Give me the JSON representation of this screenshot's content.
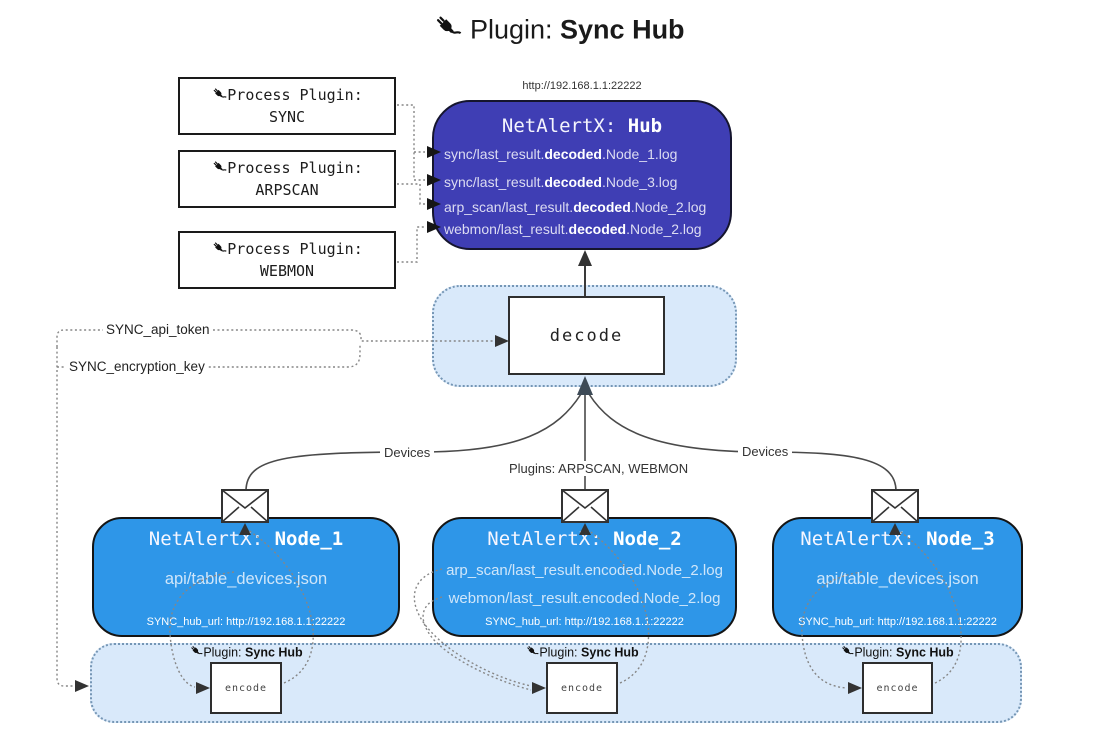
{
  "title": {
    "prefix": "Plugin:",
    "name": "Sync Hub"
  },
  "colors": {
    "hub_bg": "#3F3EB4",
    "node_bg": "#2E96E8",
    "band_bg": "#D9E9FA",
    "arrow_dark": "#3D4A56"
  },
  "hub": {
    "url_label": "http://192.168.1.1:22222",
    "title_prefix": "NetAlertX:",
    "title_name": "Hub",
    "files": [
      {
        "pre": "sync/last_result.",
        "bold": "decoded",
        "post": ".Node_1.log"
      },
      {
        "pre": "sync/last_result.",
        "bold": "decoded",
        "post": ".Node_3.log"
      },
      {
        "pre": "arp_scan/last_result.",
        "bold": "decoded",
        "post": ".Node_2.log"
      },
      {
        "pre": "webmon/last_result.",
        "bold": "decoded",
        "post": ".Node_2.log"
      }
    ]
  },
  "process_plugins": [
    {
      "label": "Process Plugin:",
      "name": "SYNC"
    },
    {
      "label": "Process Plugin:",
      "name": "ARPSCAN"
    },
    {
      "label": "Process Plugin:",
      "name": "WEBMON"
    }
  ],
  "decode_label": "decode",
  "settings": {
    "api_token": "SYNC_api_token",
    "encryption_key": "SYNC_encryption_key"
  },
  "edge_labels": {
    "devices_left": "Devices",
    "plugins_center": "Plugins: ARPSCAN, WEBMON",
    "devices_right": "Devices"
  },
  "nodes": [
    {
      "title_prefix": "NetAlertX:",
      "title_name": "Node_1",
      "files": [
        "api/table_devices.json"
      ],
      "hub_url": "SYNC_hub_url: http://192.168.1.1:22222",
      "encode_plugin_prefix": "Plugin:",
      "encode_plugin_name": "Sync Hub",
      "encode_label": "encode"
    },
    {
      "title_prefix": "NetAlertX:",
      "title_name": "Node_2",
      "files": [
        "arp_scan/last_result.encoded.Node_2.log",
        "webmon/last_result.encoded.Node_2.log"
      ],
      "hub_url": "SYNC_hub_url: http://192.168.1.1:22222",
      "encode_plugin_prefix": "Plugin:",
      "encode_plugin_name": "Sync Hub",
      "encode_label": "encode"
    },
    {
      "title_prefix": "NetAlertX:",
      "title_name": "Node_3",
      "files": [
        "api/table_devices.json"
      ],
      "hub_url": "SYNC_hub_url: http://192.168.1.1:22222",
      "encode_plugin_prefix": "Plugin:",
      "encode_plugin_name": "Sync Hub",
      "encode_label": "encode"
    }
  ]
}
